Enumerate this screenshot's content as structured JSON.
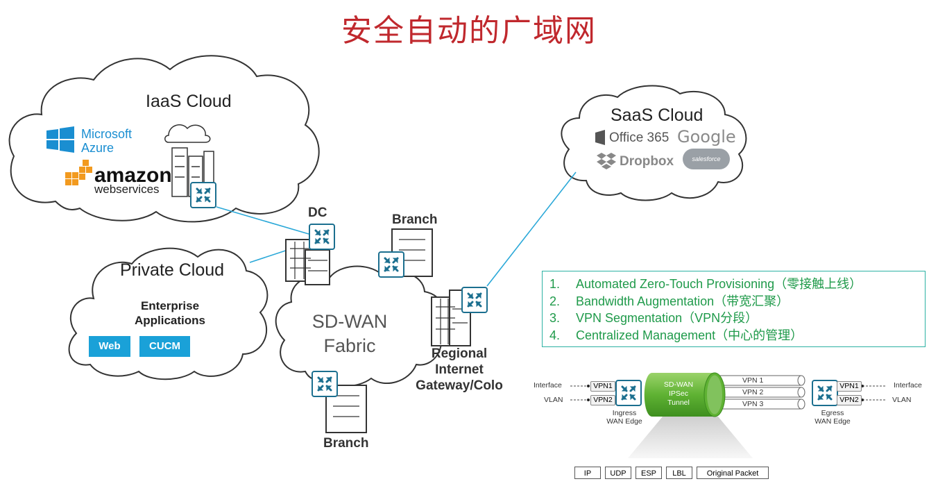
{
  "title": "安全自动的广域网",
  "iaas": {
    "title": "IaaS Cloud",
    "microsoft_line1": "Microsoft",
    "microsoft_line2": "Azure",
    "amazon": "amazon",
    "amazon_sub": "webservices"
  },
  "saas": {
    "title": "SaaS Cloud",
    "office": "Office 365",
    "google": "Google",
    "dropbox": "Dropbox",
    "salesforce": "salesforce"
  },
  "private": {
    "title": "Private Cloud",
    "enterprise_line1": "Enterprise",
    "enterprise_line2": "Applications",
    "web": "Web",
    "cucm": "CUCM"
  },
  "fabric": {
    "line1": "SD-WAN",
    "line2": "Fabric"
  },
  "sites": {
    "dc": "DC",
    "branch_top": "Branch",
    "branch_bottom": "Branch",
    "regional_line1": "Regional",
    "regional_line2": "Internet",
    "regional_line3": "Gateway/Colo"
  },
  "features": [
    {
      "num": "1.",
      "text": "Automated Zero-Touch Provisioning（零接触上线）"
    },
    {
      "num": "2.",
      "text": "Bandwidth Augmentation（带宽汇聚）"
    },
    {
      "num": "3.",
      "text": "VPN Segmentation（VPN分段）"
    },
    {
      "num": "4.",
      "text": "Centralized Management（中心的管理）"
    }
  ],
  "tunnel": {
    "left_interface": "Interface",
    "left_vlan": "VLAN",
    "right_interface": "Interface",
    "right_vlan": "VLAN",
    "vpn1": "VPN1",
    "vpn2": "VPN2",
    "ingress_line1": "Ingress",
    "ingress_line2": "WAN Edge",
    "egress_line1": "Egress",
    "egress_line2": "WAN Edge",
    "label_line1": "SD-WAN",
    "label_line2": "IPSec",
    "label_line3": "Tunnel",
    "pipe1": "VPN 1",
    "pipe2": "VPN 2",
    "pipe3": "VPN 3"
  },
  "packet": [
    "IP",
    "UDP",
    "ESP",
    "LBL",
    "Original Packet"
  ],
  "colors": {
    "title": "#c0282d",
    "router": "#1b6f8f",
    "link": "#2aa8d8",
    "list_text": "#1f9a4a",
    "tunnel": "#6fbd3e"
  }
}
